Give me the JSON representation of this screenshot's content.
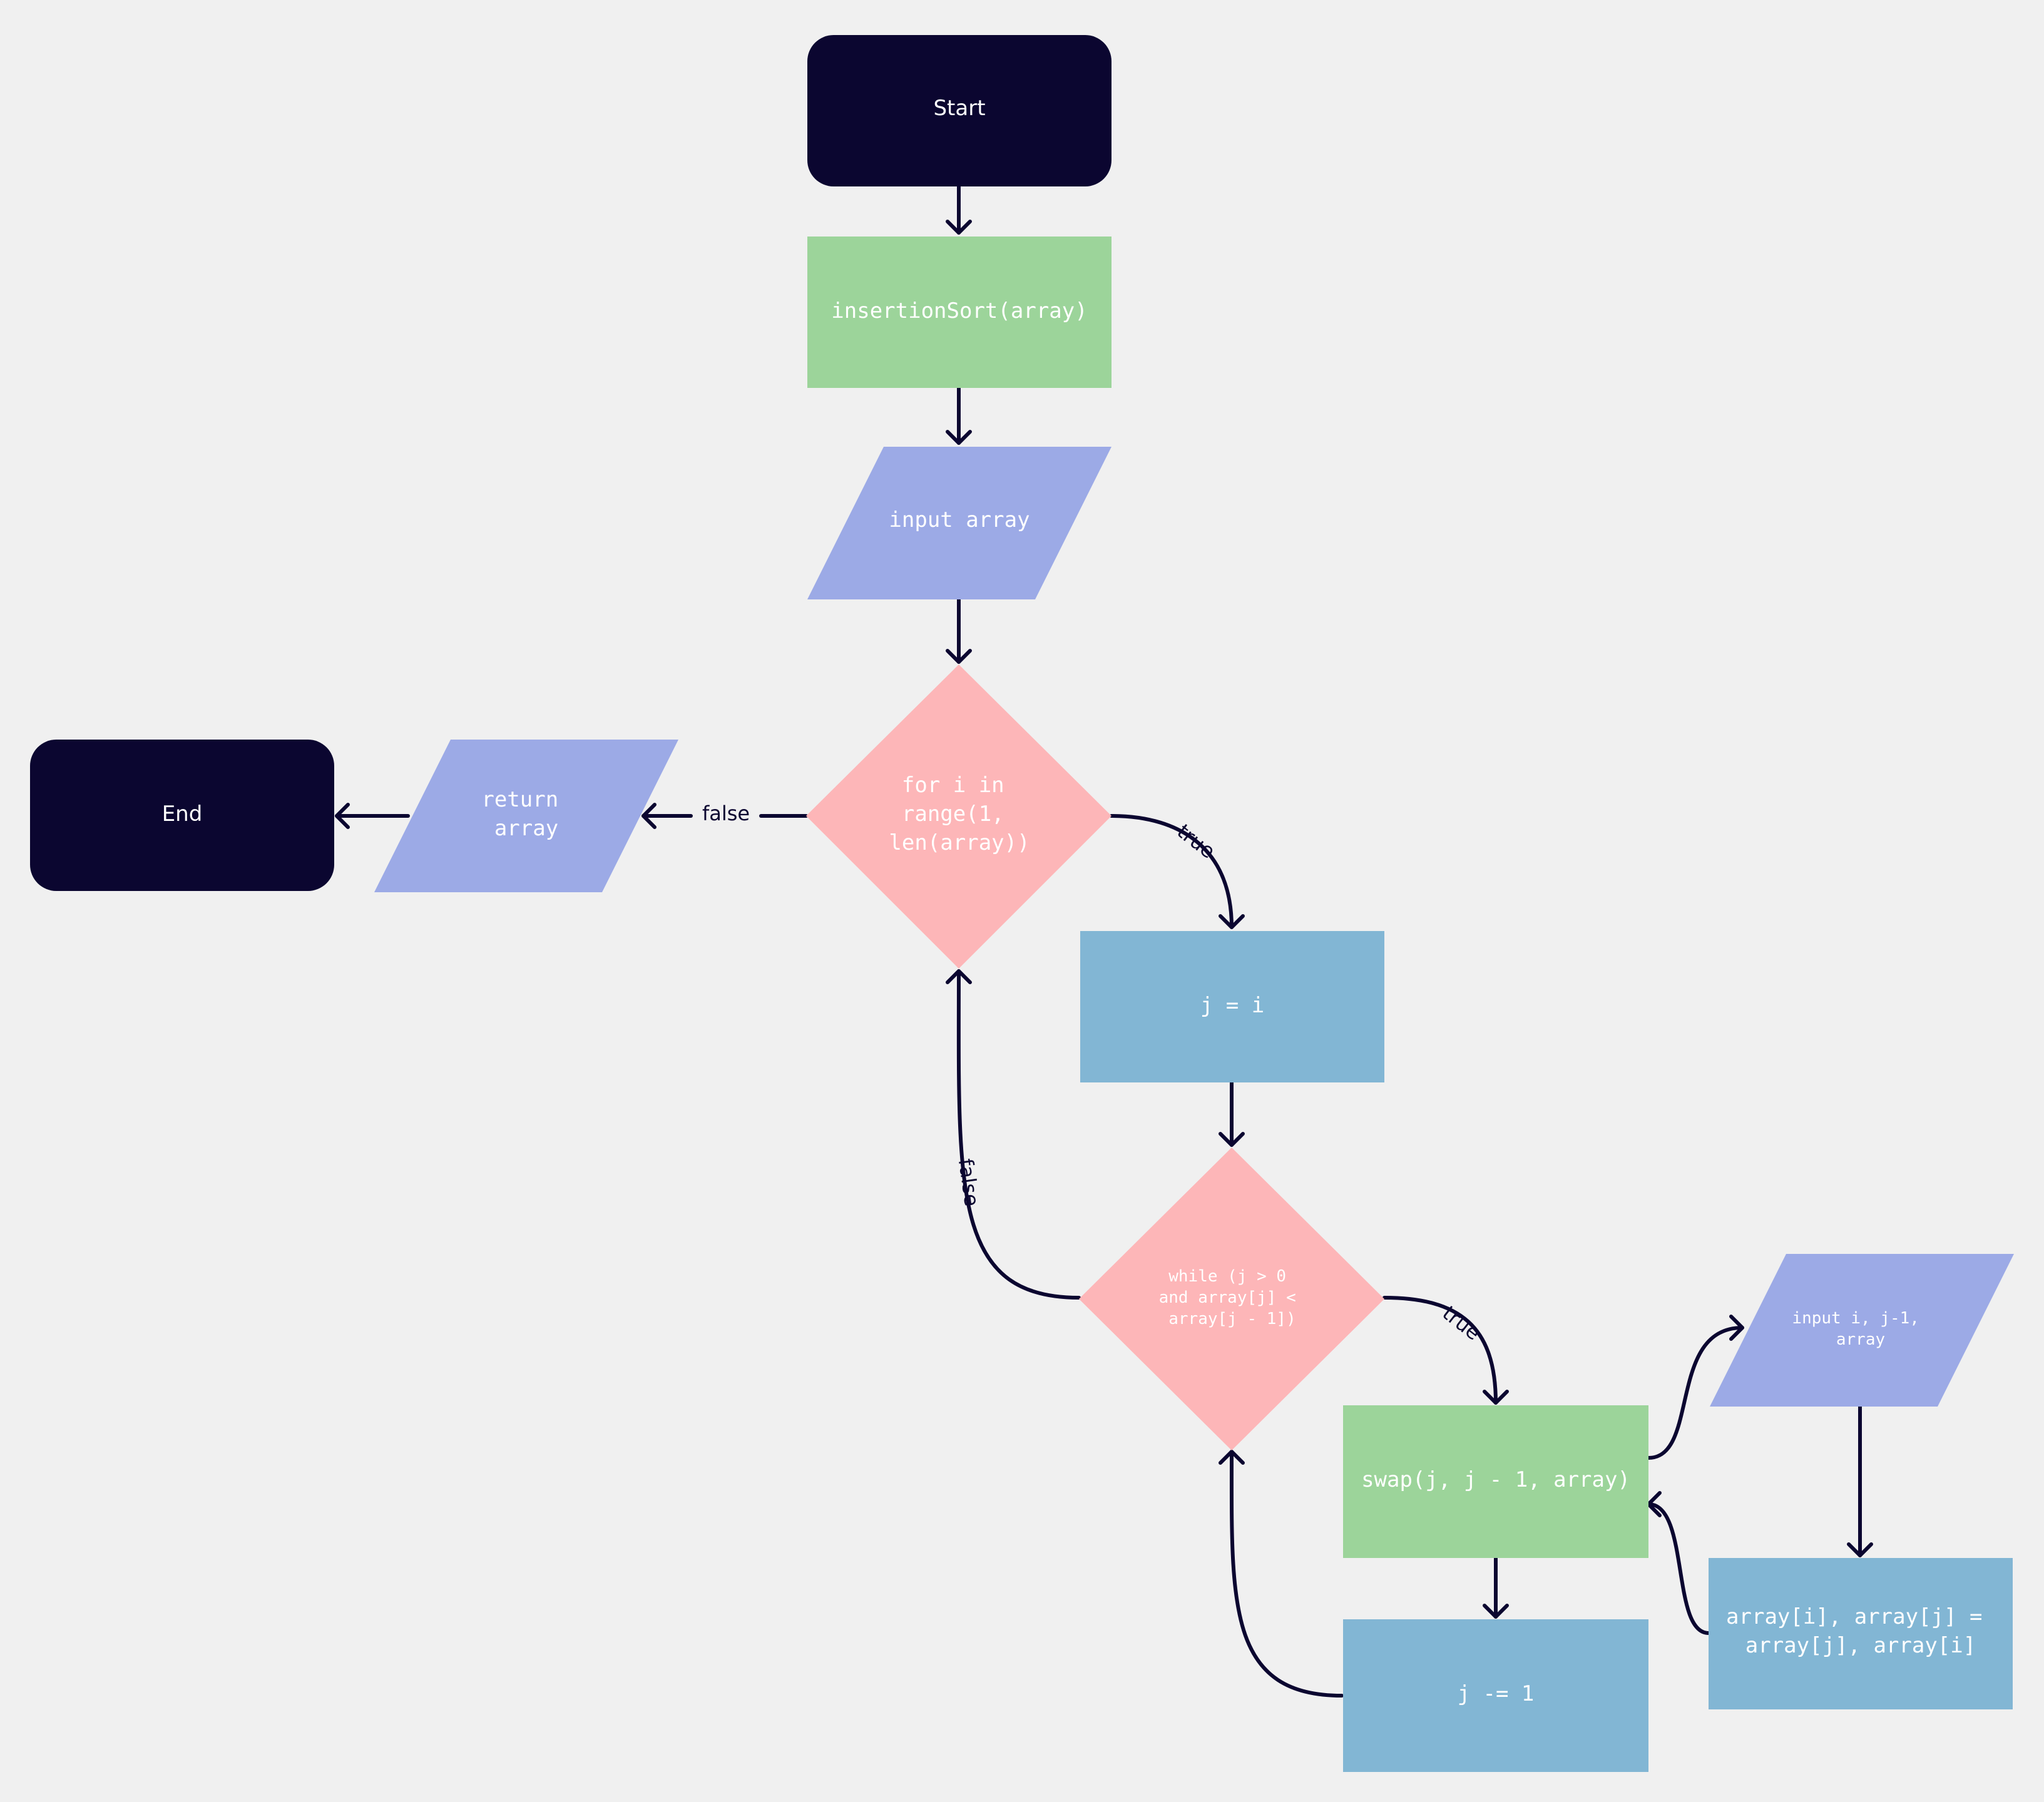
{
  "colors": {
    "background": "#f0f0f0",
    "terminal": "#0b0630",
    "process_green": "#9cd49a",
    "io_purple": "#9caae6",
    "decision_pink": "#fdb6b8",
    "process_blue": "#82b6d4",
    "line": "#0b0630"
  },
  "nodes": {
    "start": [
      "Start"
    ],
    "insertion_sort": [
      "insertionSort(array)"
    ],
    "input_array": [
      "input array"
    ],
    "for_loop": [
      "for i in",
      "range(1,",
      "len(array))"
    ],
    "return_array": [
      "return",
      "array"
    ],
    "end": [
      "End"
    ],
    "j_equals_i": [
      "j = i"
    ],
    "while_loop": [
      "while (j > 0",
      "and array[j] <",
      "array[j - 1])"
    ],
    "swap": [
      "swap(j, j - 1, array)"
    ],
    "input_swap": [
      "input i, j-1,",
      "array"
    ],
    "assign_swap": [
      "array[i], array[j] =",
      "array[j], array[i]"
    ],
    "j_decrement": [
      "j -= 1"
    ]
  },
  "edge_labels": {
    "for_false": "false",
    "for_true": "true",
    "while_false": "false",
    "while_true": "true"
  }
}
